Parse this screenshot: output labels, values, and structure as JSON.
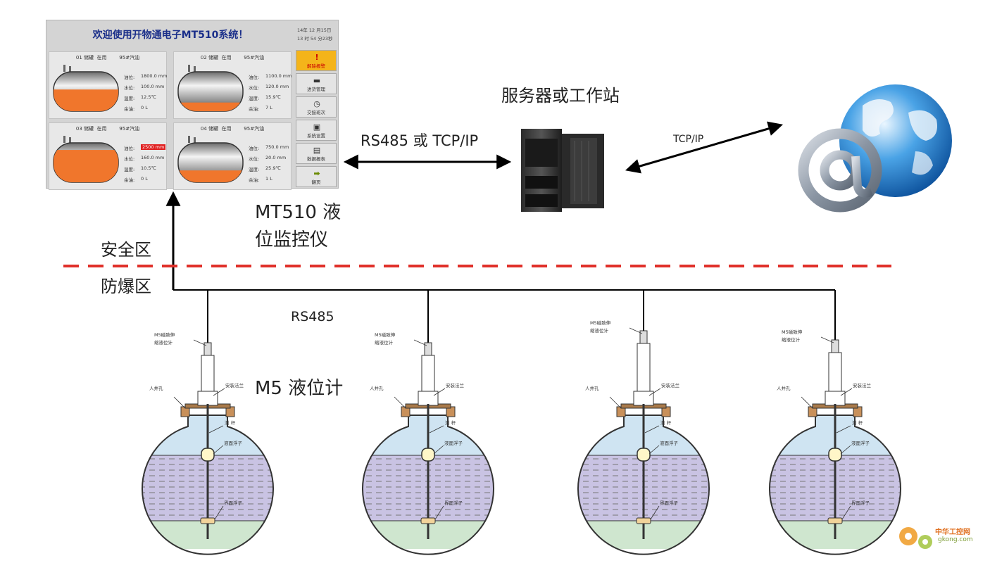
{
  "hmi": {
    "title": "欢迎使用开物通电子MT510系统！",
    "clock_line1": "14年 12 月15日",
    "clock_line2": "13 时 54 分23秒",
    "tanks": [
      {
        "head": "01 储罐  在用        95#汽油",
        "fill": 0.55,
        "color": "#f0762c",
        "rows": [
          {
            "k": "油位:",
            "v": "1800.0 mm"
          },
          {
            "k": "水位:",
            "v": "100.0 mm"
          },
          {
            "k": "温度:",
            "v": "12.5℃"
          },
          {
            "k": "余油:",
            "v": "0 L"
          }
        ]
      },
      {
        "head": "02 储罐  在用        95#汽油",
        "fill": 0.22,
        "color": "#f0762c",
        "rows": [
          {
            "k": "油位:",
            "v": "1100.0 mm"
          },
          {
            "k": "水位:",
            "v": "120.0 mm"
          },
          {
            "k": "温度:",
            "v": "15.9℃"
          },
          {
            "k": "余油:",
            "v": "7 L"
          }
        ]
      },
      {
        "head": "03 储罐  在用        95#汽油",
        "fill": 0.82,
        "color": "#f0762c",
        "rows": [
          {
            "k": "油位:",
            "v": "2500 mm",
            "alarm": true
          },
          {
            "k": "水位:",
            "v": "160.0 mm"
          },
          {
            "k": "温度:",
            "v": "10.5℃"
          },
          {
            "k": "余油:",
            "v": "0 L"
          }
        ]
      },
      {
        "head": "04 储罐  在用        95#汽油",
        "fill": 0.3,
        "color": "#f0762c",
        "rows": [
          {
            "k": "油位:",
            "v": "750.0 mm"
          },
          {
            "k": "水位:",
            "v": "20.0 mm"
          },
          {
            "k": "温度:",
            "v": "25.9℃"
          },
          {
            "k": "余油:",
            "v": "1 L"
          }
        ]
      }
    ],
    "buttons": [
      "解除报警",
      "进货管理",
      "交接班次",
      "系统设置",
      "数据报表",
      "翻页"
    ]
  },
  "labels": {
    "rs485_tcpip": "RS485 或 TCP/IP",
    "server": "服务器或工作站",
    "tcpip": "TCP/IP",
    "mt510_line1": "MT510 液",
    "mt510_line2": "位监控仪",
    "safe_zone": "安全区",
    "ex_zone": "防爆区",
    "rs485": "RS485",
    "m5": "M5 液位计"
  },
  "sensor_labels": {
    "sensor_line1": "M5磁致伸",
    "sensor_line2": "缩液位计",
    "manhole": "人井孔",
    "flange": "安装法兰",
    "rod": "测 杆",
    "surface_float": "液面浮子",
    "interface_float": "界面浮子"
  },
  "watermark": {
    "line1": "中华工控网",
    "line2": "gkong.com"
  },
  "colors": {
    "dashed_line": "#e0302a",
    "water": "#cfe4f2",
    "oil": "#c9c3e3",
    "bottom_water": "#cfe6cf",
    "oil_orange": "#f0762c"
  }
}
